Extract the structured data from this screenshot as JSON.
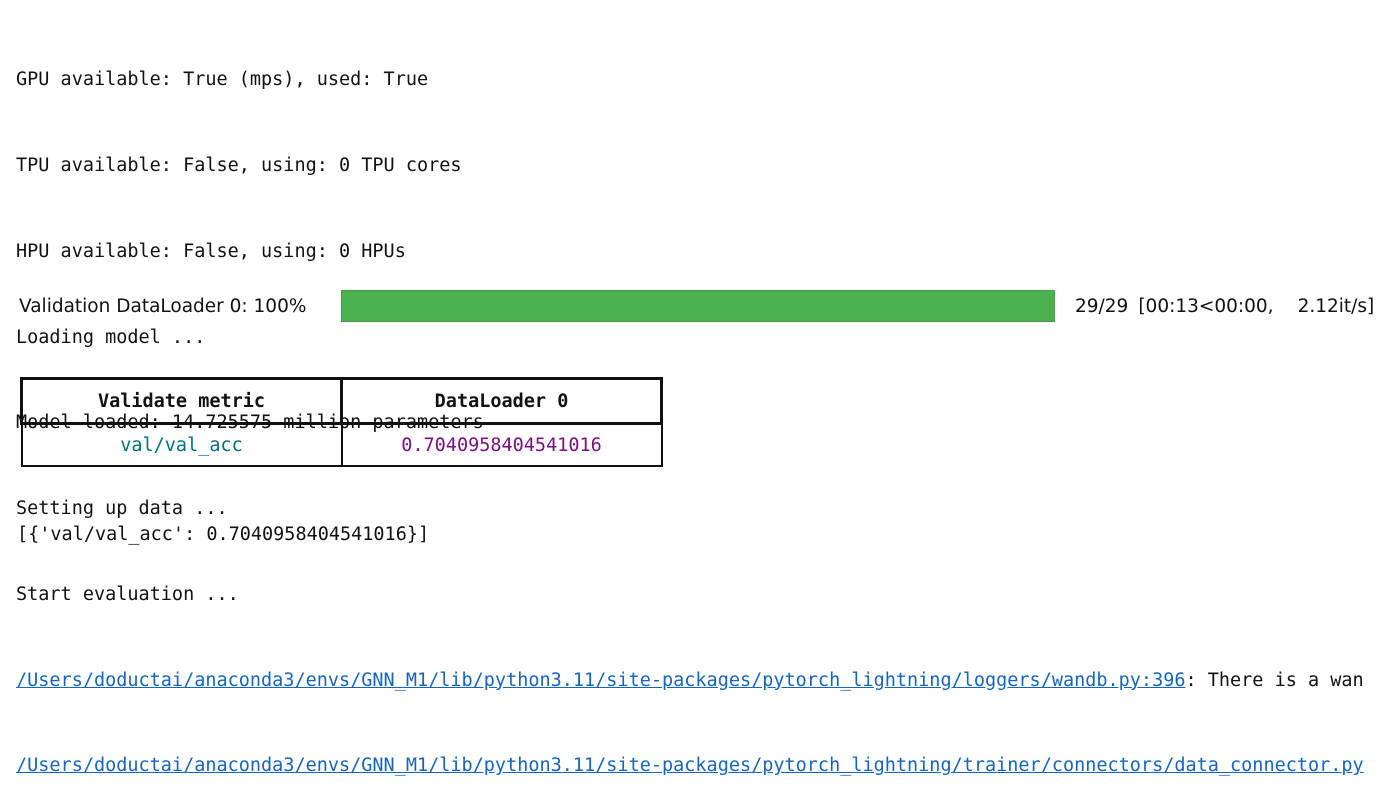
{
  "log_lines": [
    "GPU available: True (mps), used: True",
    "TPU available: False, using: 0 TPU cores",
    "HPU available: False, using: 0 HPUs",
    "Loading model ...",
    "Model loaded: 14.725575 million parameters",
    "Setting up data ...",
    "Start evaluation ..."
  ],
  "warnings": [
    {
      "path": "/Users/doductai/anaconda3/envs/GNN_M1/lib/python3.11/site-packages/pytorch_lightning/loggers/wandb.py:396",
      "text": ": There is a wan"
    },
    {
      "path": "/Users/doductai/anaconda3/envs/GNN_M1/lib/python3.11/site-packages/pytorch_lightning/trainer/connectors/data_connector.py",
      "text": ""
    }
  ],
  "progress": {
    "label": "Validation DataLoader 0: 100%",
    "fraction": 1.0,
    "count": "29/29",
    "time": "[00:13<00:00,",
    "rate": "2.12it/s]",
    "color": "#4caf50"
  },
  "metrics_table": {
    "headers": [
      "Validate metric",
      "DataLoader 0"
    ],
    "rows": [
      {
        "name": "val/val_acc",
        "value": "0.7040958404541016"
      }
    ]
  },
  "result_line": "[{'val/val_acc': 0.7040958404541016}]"
}
